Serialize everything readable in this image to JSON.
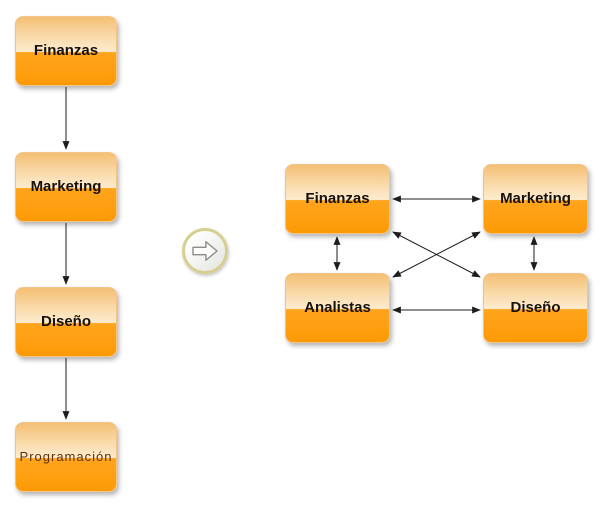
{
  "left_flow": {
    "name": "sequential-process",
    "items": [
      {
        "label": "Finanzas"
      },
      {
        "label": "Marketing"
      },
      {
        "label": "Diseño"
      },
      {
        "label": "Programación"
      }
    ],
    "connections": [
      {
        "from": "Finanzas",
        "to": "Marketing",
        "arrow": "single-down"
      },
      {
        "from": "Marketing",
        "to": "Diseño",
        "arrow": "single-down"
      },
      {
        "from": "Diseño",
        "to": "Programación",
        "arrow": "single-down"
      }
    ]
  },
  "transition": {
    "icon": "right-arrow-circle-icon"
  },
  "right_network": {
    "name": "interconnected-network",
    "items": [
      {
        "label": "Finanzas"
      },
      {
        "label": "Marketing"
      },
      {
        "label": "Analistas"
      },
      {
        "label": "Diseño"
      }
    ],
    "connections": [
      {
        "from": "Finanzas",
        "to": "Marketing",
        "arrow": "double"
      },
      {
        "from": "Analistas",
        "to": "Diseño",
        "arrow": "double"
      },
      {
        "from": "Finanzas",
        "to": "Analistas",
        "arrow": "double"
      },
      {
        "from": "Marketing",
        "to": "Diseño",
        "arrow": "double"
      },
      {
        "from": "Finanzas",
        "to": "Diseño",
        "arrow": "double"
      },
      {
        "from": "Marketing",
        "to": "Analistas",
        "arrow": "double"
      }
    ]
  },
  "colors": {
    "box_gradient_top": "#f4bf74",
    "box_gradient_light": "#fdeccf",
    "box_orange": "#ffa112",
    "box_border": "#f2c488",
    "label": "#18100a",
    "programacion_label": "#5d3309",
    "connector": "#1d1d1d",
    "circle_border": "#d7cf90",
    "circle_fill": "#efefec",
    "circle_arrow_outline": "#8c8c8c",
    "background": "#ffffff"
  }
}
